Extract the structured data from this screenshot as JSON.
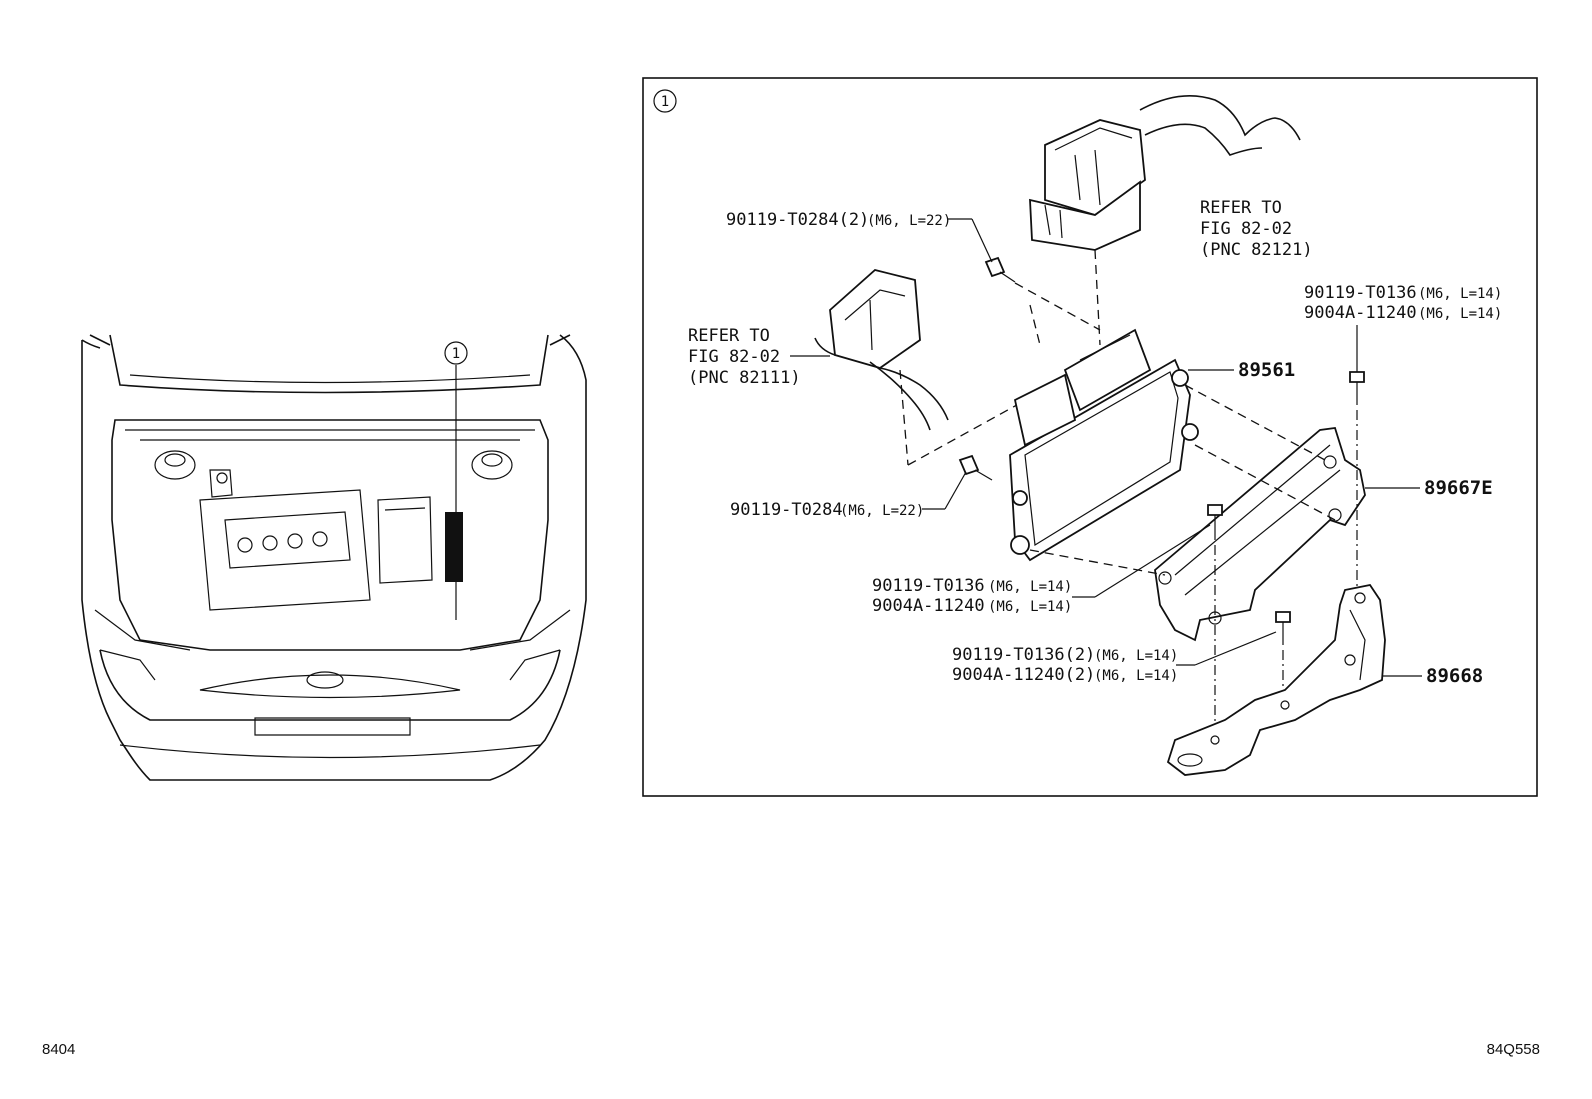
{
  "callout": "1",
  "labels": {
    "bolt_t0284_2": "90119-T0284(2)",
    "bolt_t0284_2_spec": "(M6, L=22)",
    "refer_top_1": "REFER TO",
    "refer_top_2": "FIG 82-02",
    "refer_top_3": "(PNC 82121)",
    "refer_left_1": "REFER TO",
    "refer_left_2": "FIG 82-02",
    "refer_left_3": "(PNC 82111)",
    "right_bolt_a": "90119-T0136",
    "right_bolt_a_spec": "(M6, L=14)",
    "right_bolt_b": "9004A-11240",
    "right_bolt_b_spec": "(M6, L=14)",
    "ecu": "89561",
    "bolt_t0284": "90119-T0284",
    "bolt_t0284_spec": "(M6, L=22)",
    "bracket_e": "89667E",
    "mid_bolt_a": "90119-T0136",
    "mid_bolt_a_spec": "(M6, L=14)",
    "mid_bolt_b": "9004A-11240",
    "mid_bolt_b_spec": "(M6, L=14)",
    "low_bolt_a": "90119-T0136(2)",
    "low_bolt_a_spec": "(M6, L=14)",
    "low_bolt_b": "9004A-11240(2)",
    "low_bolt_b_spec": "(M6, L=14)",
    "bracket": "89668"
  },
  "footer": {
    "left_code": "8404",
    "right_code": "84Q558"
  }
}
